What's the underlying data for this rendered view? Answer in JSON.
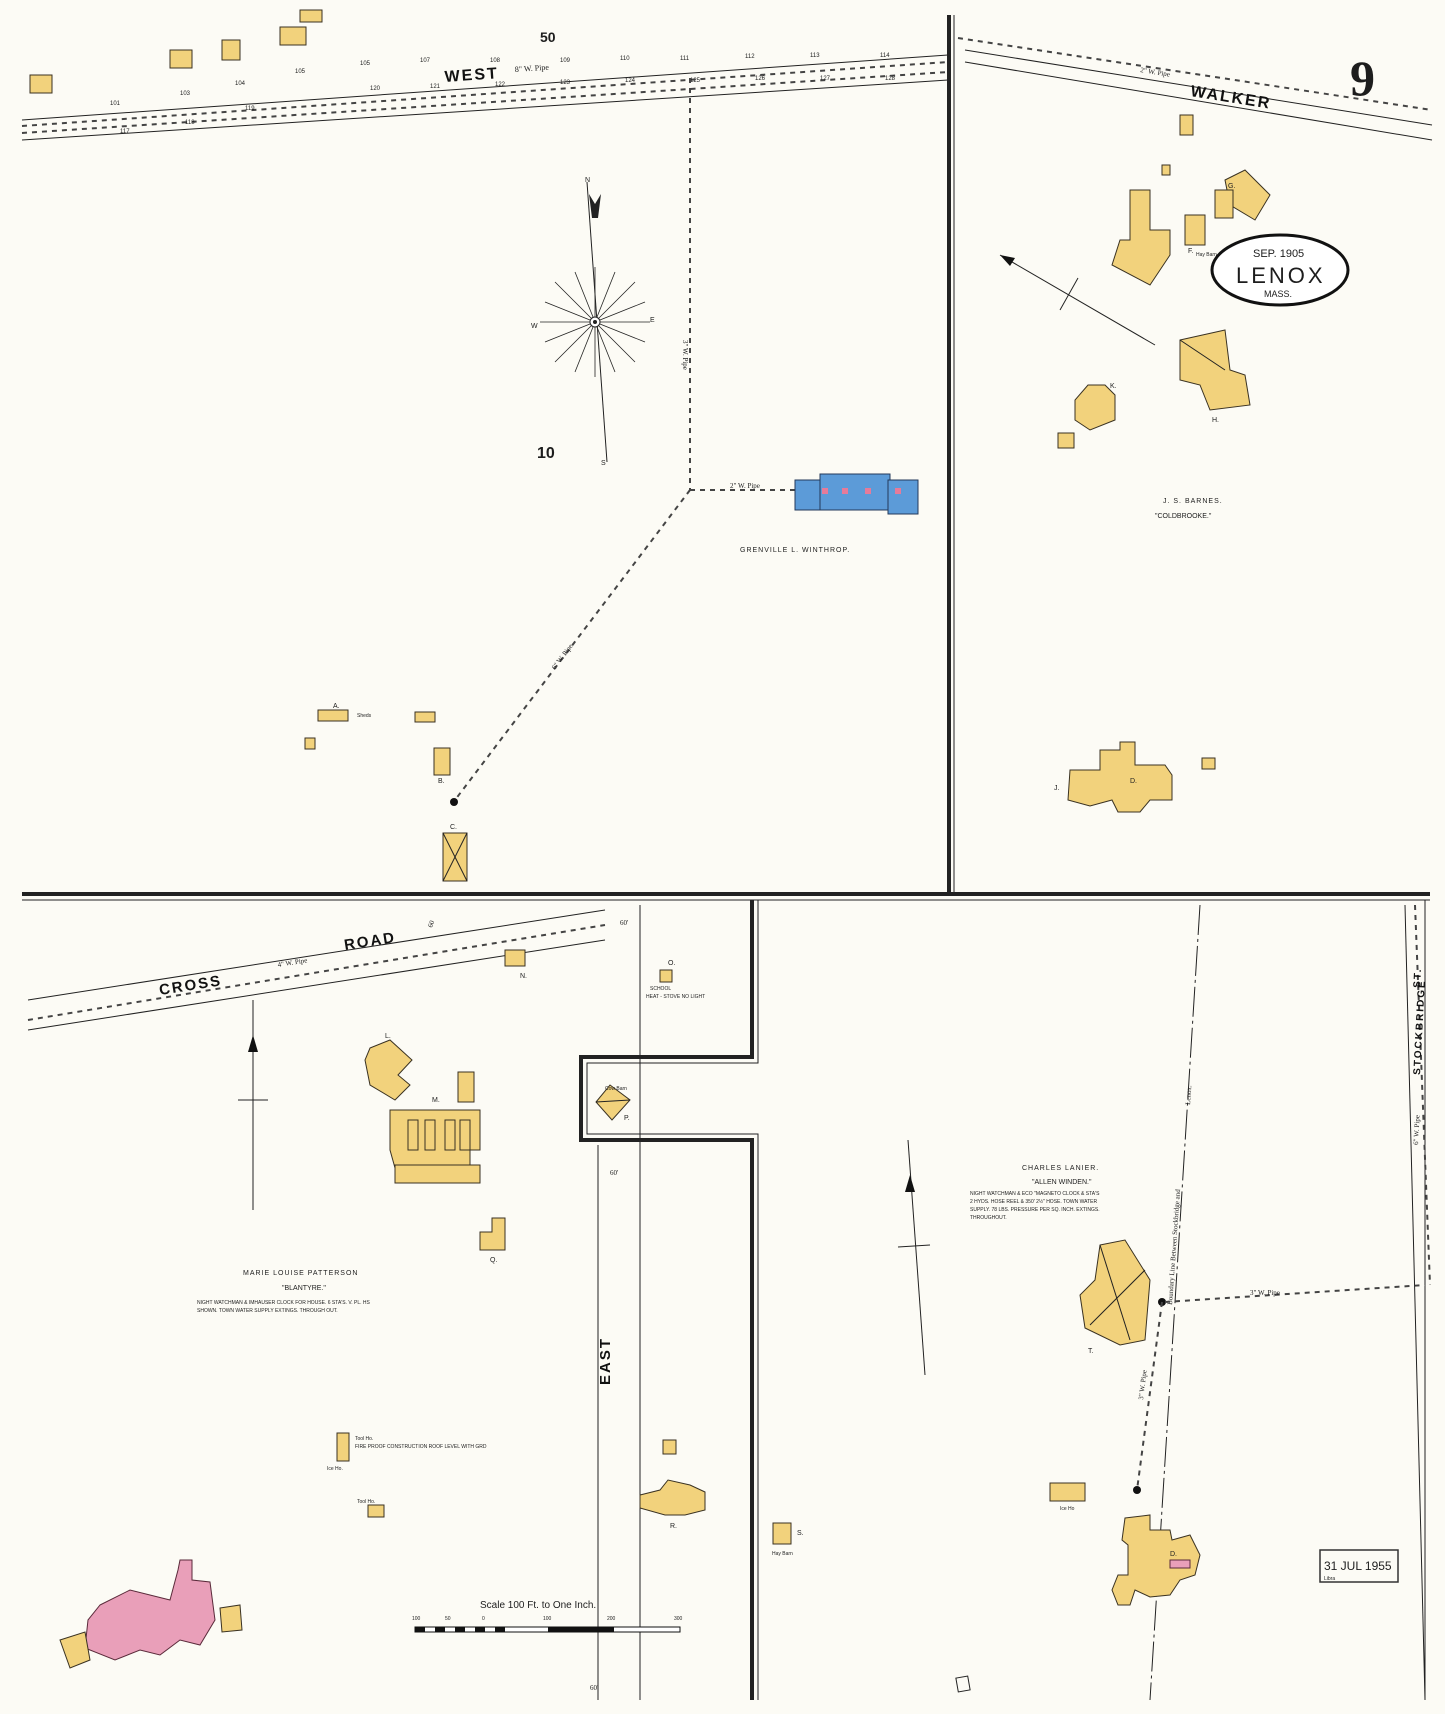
{
  "sheet": {
    "number": "9",
    "title_date": "SEP. 1905",
    "title_town": "LENOX",
    "title_state": "MASS.",
    "stamp": "31 JUL 1955",
    "stamp_sub": "Libra"
  },
  "streets": {
    "west": "WEST",
    "walker": "WALKER",
    "cross": "CROSS",
    "road": "ROAD",
    "east": "EAST",
    "stockbridge": "STOCKBRIDGE",
    "st": "ST."
  },
  "block_numbers": {
    "top": "50",
    "left": "10"
  },
  "pipes": {
    "west_main": "8\" W. Pipe",
    "walker_main": "2\" W. Pipe",
    "vertical_3": "3\" W. Pipe",
    "branch_2": "2\" W. Pipe",
    "diagonal": "6\" W. Pipe",
    "cross_road": "4\" W. Pipe",
    "lanier_3": "3\" W. Pipe",
    "lanier_vert": "3\" W. Pipe",
    "stockbridge_6": "6\" W. Pipe"
  },
  "widths": {
    "east_top": "60'",
    "east_mid": "60'",
    "east_bottom": "60'",
    "cross_road": "60"
  },
  "compass": {
    "n": "N",
    "s": "S",
    "e": "E",
    "w": "W"
  },
  "estates": {
    "winthrop": "GRENVILLE L. WINTHROP.",
    "barnes_owner": "J. S. BARNES.",
    "barnes_name": "\"COLDBROOKE.\"",
    "lanier_owner": "CHARLES LANIER.",
    "lanier_name": "\"ALLEN WINDEN.\"",
    "lanier_note_1": "NIGHT WATCHMAN & ECO \"MAGNETO CLOCK & STA'S",
    "lanier_note_2": "2 HYDS. HOSE REEL & 350' 2½\" HOSE. TOWN WATER",
    "lanier_note_3": "SUPPLY. 78 LBS. PRESSURE PER SQ. INCH. EXTINGS.",
    "lanier_note_4": "THROUGHOUT.",
    "patterson_owner": "MARIE LOUISE PATTERSON",
    "patterson_name": "\"BLANTYRE.\"",
    "patterson_note_1": "NIGHT WATCHMAN & IMHAUSER CLOCK FOR HOUSE. 6 STA'S. V. PL. HS",
    "patterson_note_2": "SHOWN. TOWN WATER SUPPLY EXTINGS. THROUGH OUT."
  },
  "boundary": {
    "line_1": "Boundary Line Between Stockbridge and",
    "line_2": "Lenox."
  },
  "building_labels": {
    "a": "A.",
    "b": "B.",
    "c": "C.",
    "f": "F.",
    "g": "G.",
    "h": "H.",
    "j": "J.",
    "k": "K.",
    "l": "L.",
    "m": "M.",
    "n": "N.",
    "o": "O.",
    "p": "P.",
    "q": "Q.",
    "r": "R.",
    "s": "S.",
    "t": "T.",
    "d": "D.",
    "school": "SCHOOL",
    "school_note": "HEAT - STOVE NO LIGHT",
    "ice_ho": "Ice Ho.",
    "ice_ho_2": "Ice Ho",
    "tool_ho": "Tool Ho.",
    "tool_ho_2": "Tool Ho.",
    "tool_note": "FIRE PROOF CONSTRUCTION ROOF LEVEL WITH GRD",
    "hay_barn": "Hay Barn",
    "cow_barn": "Cow Barn",
    "hay_barn_n": "Hay Barn",
    "sheds": "Sheds"
  },
  "scale": {
    "title": "Scale 100 Ft. to One Inch.",
    "ticks": [
      "100",
      "50",
      "0",
      "100",
      "200",
      "300"
    ]
  },
  "lots_west": [
    "105",
    "107",
    "108",
    "109",
    "110",
    "111",
    "112",
    "113",
    "114"
  ],
  "lots_west_lower": [
    "120",
    "121",
    "122",
    "123",
    "124",
    "125",
    "126",
    "127",
    "128"
  ],
  "lots_far": [
    "101",
    "103",
    "104",
    "105",
    "117",
    "118",
    "119"
  ]
}
